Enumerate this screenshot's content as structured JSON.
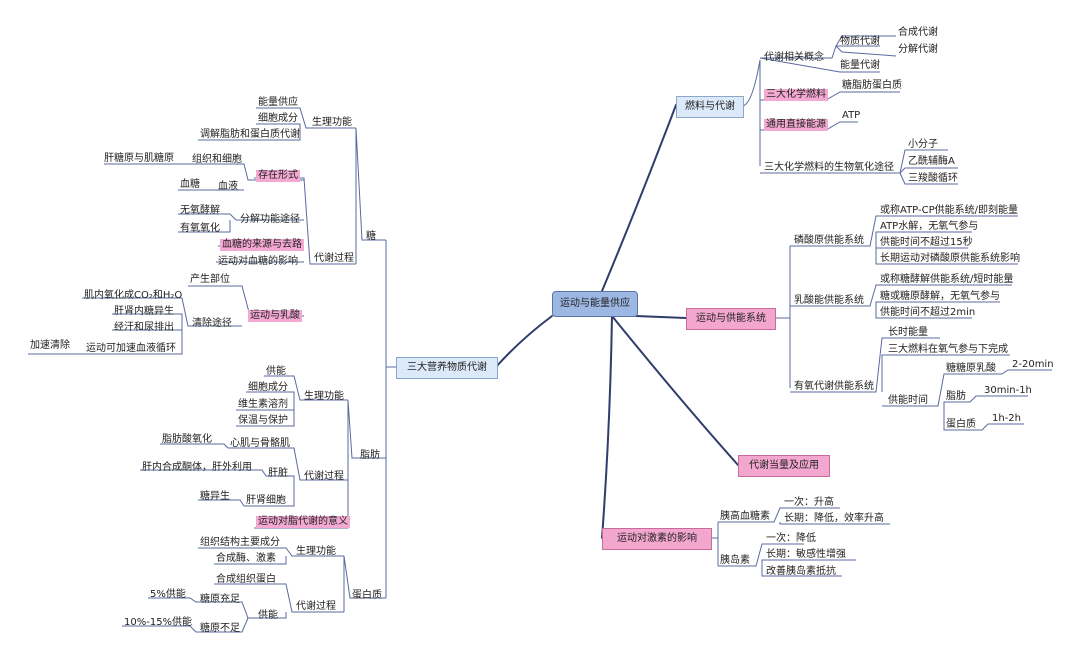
{
  "center": "运动与能量供应",
  "b1": {
    "title": "燃料与代谢",
    "n1": "代谢相关概念",
    "n1_wu": "物质代谢",
    "n1_hc": "合成代谢",
    "n1_fj": "分解代谢",
    "n1_nl": "能量代谢",
    "n2": "三大化学燃料",
    "n2_c": "糖脂肪蛋白质",
    "n3": "通用直接能源",
    "n3_c": "ATP",
    "n4": "三大化学燃料的生物氧化途径",
    "n4_a": "小分子",
    "n4_b": "乙酰辅酶A",
    "n4_c": "三羧酸循环"
  },
  "b2": {
    "title": "运动与供能系统",
    "s1": "磷酸原供能系统",
    "s1_a": "或称ATP-CP供能系统/即刻能量",
    "s1_b": "ATP水解，无氧气参与",
    "s1_c": "供能时间不超过15秒",
    "s1_d": "长期运动对磷酸原供能系统影响",
    "s2": "乳酸能供能系统",
    "s2_a": "或称糖酵解供能系统/短时能量",
    "s2_b": "糖或糖原酵解，无氧气参与",
    "s2_c": "供能时间不超过2min",
    "s3": "有氧代谢供能系统",
    "s3_a": "长时能量",
    "s3_b": "三大燃料在氧气参与下完成",
    "s3_t": "供能时间",
    "s3_t1": "糖糖原乳酸",
    "s3_t1v": "2-20min",
    "s3_t2": "脂肪",
    "s3_t2v": "30min-1h",
    "s3_t3": "蛋白质",
    "s3_t3v": "1h-2h"
  },
  "b3": {
    "title": "代谢当量及应用"
  },
  "b4": {
    "title": "运动对激素的影响",
    "h1": "胰高血糖素",
    "h1_a": "一次：升高",
    "h1_b": "长期：降低，效率升高",
    "h2": "胰岛素",
    "h2_a": "一次：降低",
    "h2_b": "长期：敏感性增强",
    "h2_c": "改善胰岛素抵抗"
  },
  "left": {
    "title": "三大营养物质代谢",
    "sugar": {
      "label": "糖",
      "phys": "生理功能",
      "phys_a": "能量供应",
      "phys_b": "细胞成分",
      "phys_c": "调解脂肪和蛋白质代谢",
      "proc": "代谢过程",
      "exist": "存在形式",
      "tissue": "组织和细胞",
      "tissue_c": "肝糖原与肌糖原",
      "blood": "血液",
      "blood_c": "血糖",
      "decomp": "分解功能途径",
      "decomp_a": "无氧酵解",
      "decomp_b": "有氧氧化",
      "source": "血糖的来源与去路",
      "effect": "运动对血糖的影响",
      "lactic": "运动与乳酸",
      "produce": "产生部位",
      "clear": "清除途径",
      "clear_a": "肌内氧化成CO₂和H₂O",
      "clear_b": "肝肾内糖异生",
      "clear_c": "经汗和尿排出",
      "clear_d": "运动可加速血液循环",
      "clear_d2": "加速清除"
    },
    "fat": {
      "label": "脂肪",
      "phys": "生理功能",
      "phys_a": "供能",
      "phys_b": "细胞成分",
      "phys_c": "维生素溶剂",
      "phys_d": "保温与保护",
      "proc": "代谢过程",
      "muscle": "心肌与骨骼肌",
      "muscle_c": "脂肪酸氧化",
      "liver": "肝脏",
      "liver_c": "肝内合成酮体，肝外利用",
      "kidney": "肝肾细胞",
      "kidney_c": "糖异生",
      "meaning": "运动对脂代谢的意义"
    },
    "protein": {
      "label": "蛋白质",
      "phys": "生理功能",
      "phys_a": "组织结构主要成分",
      "phys_b": "合成酶、激素",
      "proc": "代谢过程",
      "proc_a": "合成组织蛋白",
      "supply": "供能",
      "sufficient": "糖原充足",
      "sufficient_c": "5%供能",
      "insufficient": "糖原不足",
      "insufficient_c": "10%-15%供能"
    }
  }
}
